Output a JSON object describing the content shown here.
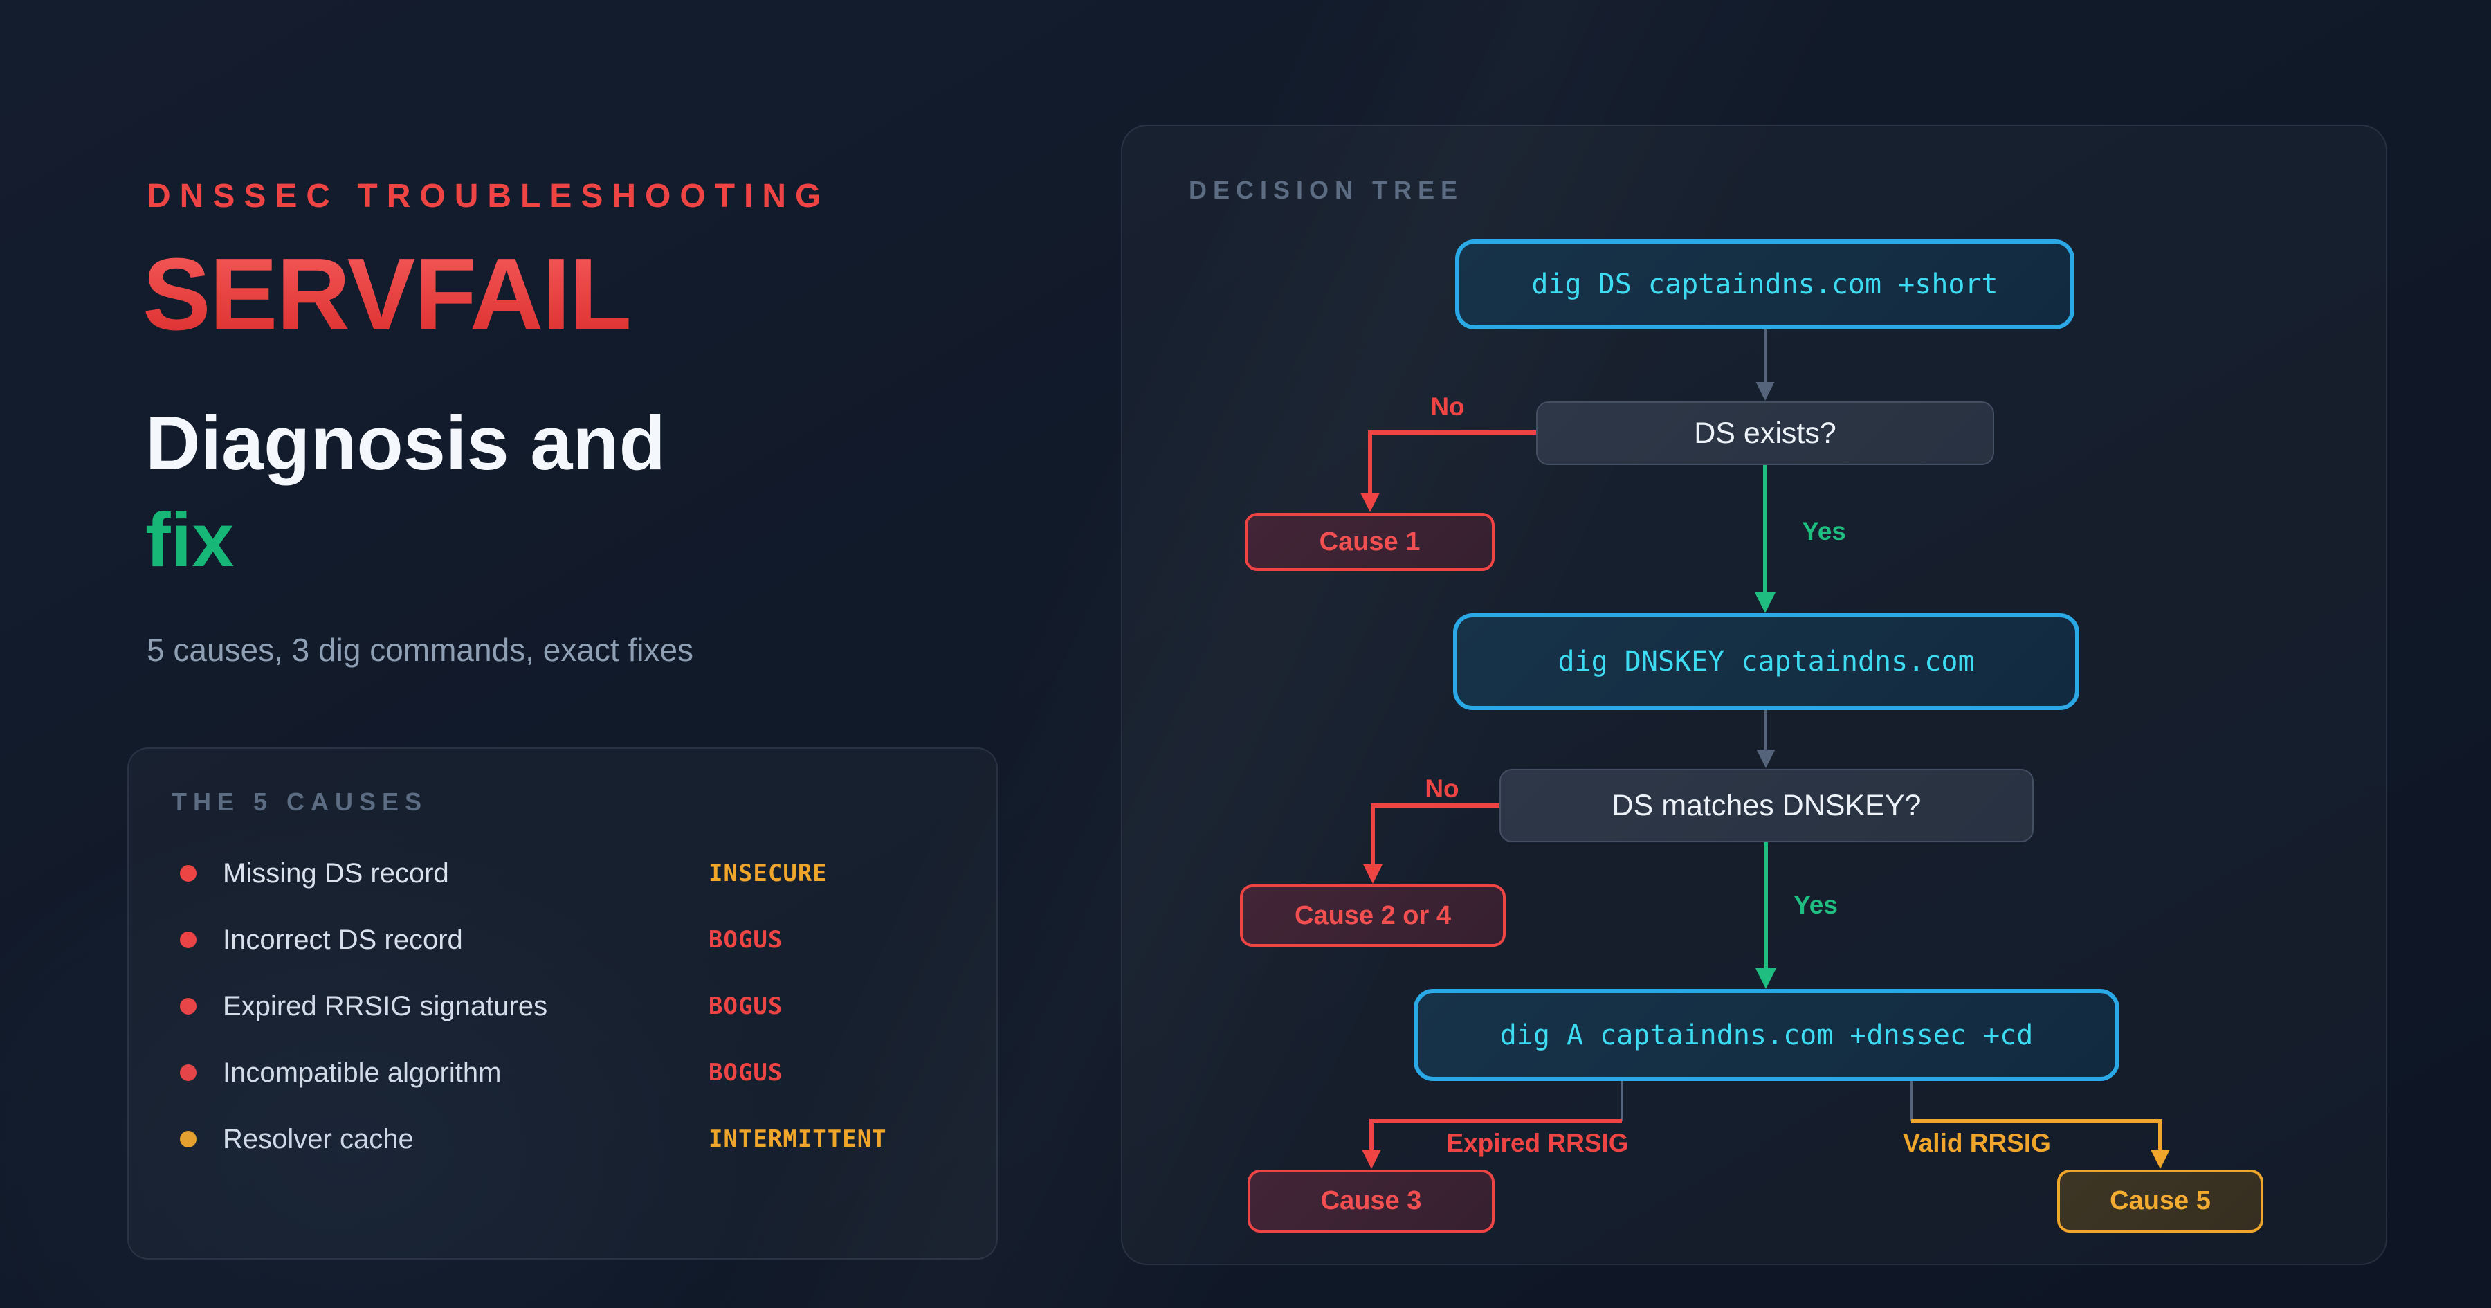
{
  "theme": {
    "background": "#111a29",
    "red": "#ef4444",
    "green": "#1fbd80",
    "amber": "#f0a62a",
    "cyan_border": "#2aa9e6",
    "cyan_text": "#3edcf3",
    "slate_heading": "#5c6c82",
    "arrow_gray": "#55647a"
  },
  "hero": {
    "eyebrow": "DNSSEC TROUBLESHOOTING",
    "title": "SERVFAIL",
    "subtitle_line1": "Diagnosis and",
    "subtitle_line2": "fix",
    "tagline": "5 causes, 3 dig commands, exact fixes"
  },
  "causes": {
    "heading": "THE 5 CAUSES",
    "items": [
      {
        "label": "Missing DS record",
        "tag": "INSECURE",
        "tag_color": "#f0a62a",
        "bullet_color": "#ef4444"
      },
      {
        "label": "Incorrect DS record",
        "tag": "BOGUS",
        "tag_color": "#ef4444",
        "bullet_color": "#ef4444"
      },
      {
        "label": "Expired RRSIG signatures",
        "tag": "BOGUS",
        "tag_color": "#ef4444",
        "bullet_color": "#ef4444"
      },
      {
        "label": "Incompatible algorithm",
        "tag": "BOGUS",
        "tag_color": "#ef4444",
        "bullet_color": "#ef4444"
      },
      {
        "label": "Resolver cache",
        "tag": "INTERMITTENT",
        "tag_color": "#f0a62a",
        "bullet_color": "#f0a62a"
      }
    ]
  },
  "tree": {
    "heading": "DECISION TREE",
    "cmd1": "dig DS captaindns.com +short",
    "q1": "DS exists?",
    "branch1_no": "No",
    "branch1_yes": "Yes",
    "cause1": "Cause 1",
    "cmd2": "dig DNSKEY captaindns.com",
    "q2": "DS matches DNSKEY?",
    "branch2_no": "No",
    "branch2_yes": "Yes",
    "cause2": "Cause 2 or 4",
    "cmd3": "dig A captaindns.com +dnssec +cd",
    "branch3_left": "Expired RRSIG",
    "branch3_right": "Valid RRSIG",
    "cause3": "Cause 3",
    "cause5": "Cause 5"
  }
}
